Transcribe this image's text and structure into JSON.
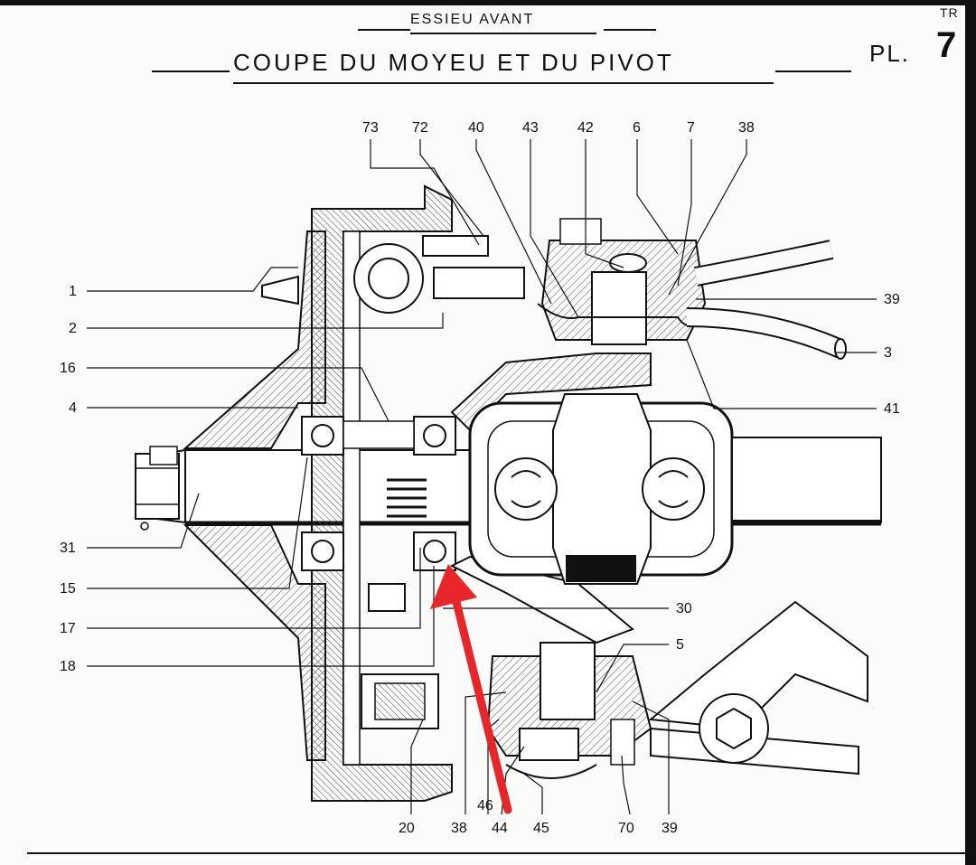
{
  "header": {
    "super_title": "ESSIEU AVANT",
    "title": "COUPE DU MOYEU ET DU PIVOT",
    "plate_prefix": "PL.",
    "plate_number": "7",
    "corner_text": "TR"
  },
  "callouts": {
    "top": [
      "73",
      "72",
      "40",
      "43",
      "42",
      "6",
      "7",
      "38"
    ],
    "left": [
      "1",
      "2",
      "16",
      "4",
      "31",
      "15",
      "17",
      "18"
    ],
    "right": [
      "39",
      "3",
      "41",
      "30",
      "5"
    ],
    "bottom": [
      "20",
      "38",
      "46",
      "44",
      "45",
      "70",
      "39"
    ]
  },
  "annotation": {
    "arrow_color": "#e8262a"
  },
  "colors": {
    "ink": "#111111",
    "paper": "#fbfbf9",
    "hatch": "#555555"
  }
}
